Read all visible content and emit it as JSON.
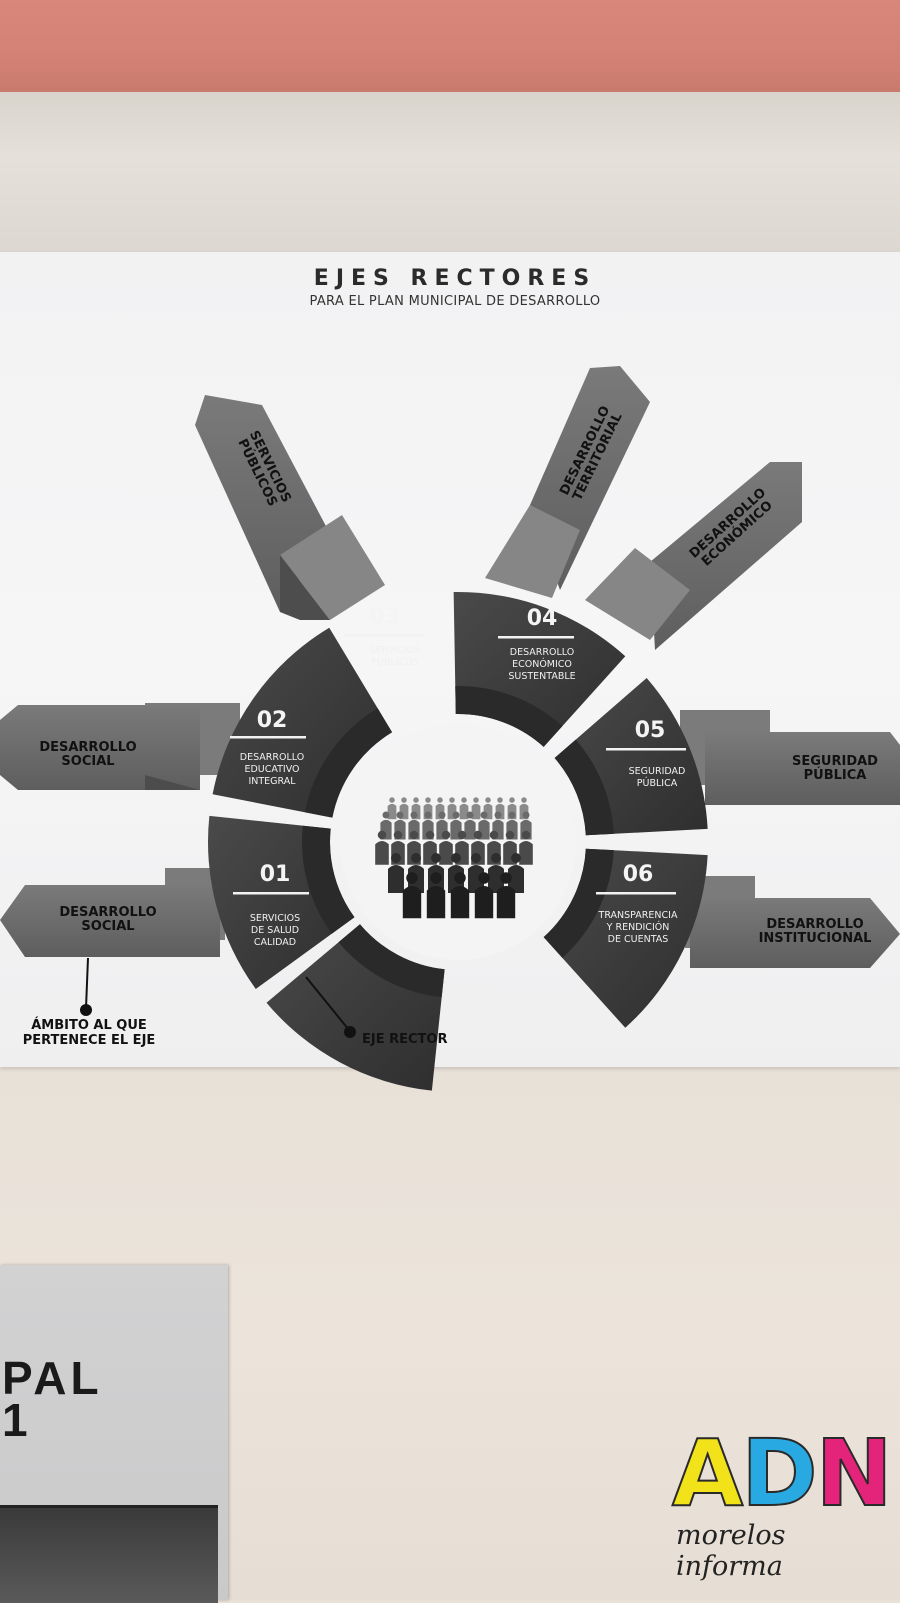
{
  "poster": {
    "title": "EJES RECTORES",
    "subtitle": "PARA EL PLAN MUNICIPAL DE DESARROLLO"
  },
  "segments": [
    {
      "number": "01",
      "text": "SERVICIOS\nDE SALUD\nCALIDAD"
    },
    {
      "number": "02",
      "text": "DESARROLLO\nEDUCATIVO\nINTEGRAL"
    },
    {
      "number": "03",
      "text": "SERVICIOS\nPÚBLICOS"
    },
    {
      "number": "04",
      "text": "DESARROLLO\nECONÓMICO\nSUSTENTABLE"
    },
    {
      "number": "05",
      "text": "SEGURIDAD\nPÚBLICA"
    },
    {
      "number": "06",
      "text": "TRANSPARENCIA\nY RENDICIÓN\nDE CUENTAS"
    }
  ],
  "banners": [
    {
      "label": "DESARROLLO\nSOCIAL"
    },
    {
      "label": "DESARROLLO\nSOCIAL"
    },
    {
      "label": "SERVICIOS\nPÚBLICOS"
    },
    {
      "label": "DESARROLLO\nTERRITORIAL"
    },
    {
      "label": "DESARROLLO\nECONÓMICO"
    },
    {
      "label": "SEGURIDAD\nPÚBLICA"
    },
    {
      "label": "DESARROLLO\nINSTITUCIONAL"
    }
  ],
  "pointers": {
    "ambito": "ÁMBITO AL QUE\nPERTENECE EL EJE",
    "eje": "EJE RECTOR"
  },
  "background_poster": {
    "text": "PAL\n1"
  },
  "logo": {
    "letters": [
      "A",
      "D",
      "N"
    ],
    "letter_colors": [
      "#f2e21a",
      "#29a9e1",
      "#e3247a"
    ],
    "tagline": "morelos informa"
  },
  "colors": {
    "segment": "#3c3c3d",
    "banner": "#6f6f70",
    "banner_dark": "#5a5a5b"
  }
}
